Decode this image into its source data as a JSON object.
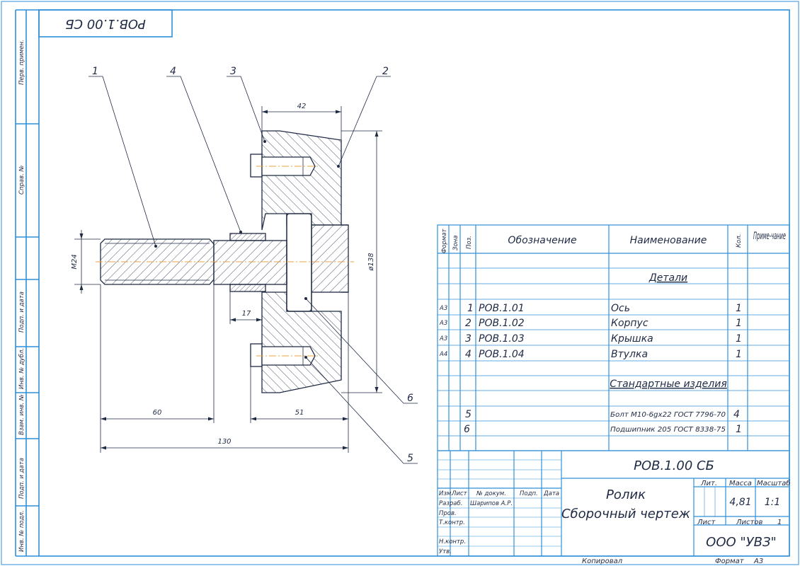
{
  "colors": {
    "frame": "#2f8fd8",
    "ink": "#1f2a44",
    "axis": "#e8a33c",
    "paper": "#ffffff"
  },
  "stamp_top": "РОВ.1.00 СБ",
  "margin_labels": [
    "Перв. примен.",
    "Справ. №",
    "Подп. и дата",
    "Инв. № дубл.",
    "Взам. инв. №",
    "Подп. и дата",
    "Инв. № подл."
  ],
  "drawing": {
    "callouts": [
      "1",
      "2",
      "3",
      "4",
      "5",
      "6"
    ],
    "dimensions": {
      "d42": "42",
      "d138": "ø138",
      "m24": "M24",
      "d17": "17",
      "d60": "60",
      "d51": "51",
      "d130": "130"
    }
  },
  "spec": {
    "headers": {
      "format": "Формат",
      "zone": "Зона",
      "pos": "Поз.",
      "designation": "Обозначение",
      "name": "Наименование",
      "qty": "Кол.",
      "note": "Приме-чание"
    },
    "section_parts": "Детали",
    "section_standard": "Стандартные изделия",
    "rows": [
      {
        "format": "А3",
        "pos": "1",
        "designation": "РОВ.1.01",
        "name": "Ось",
        "qty": "1"
      },
      {
        "format": "А3",
        "pos": "2",
        "designation": "РОВ.1.02",
        "name": "Корпус",
        "qty": "1"
      },
      {
        "format": "А3",
        "pos": "3",
        "designation": "РОВ.1.03",
        "name": "Крышка",
        "qty": "1"
      },
      {
        "format": "А4",
        "pos": "4",
        "designation": "РОВ.1.04",
        "name": "Втулка",
        "qty": "1"
      }
    ],
    "std_rows": [
      {
        "pos": "5",
        "name": "Болт М10-6gх22 ГОСТ 7796-70",
        "qty": "4"
      },
      {
        "pos": "6",
        "name": "Подшипник 205 ГОСТ 8338-75",
        "qty": "1"
      }
    ]
  },
  "title_block": {
    "designation": "РОВ.1.00 СБ",
    "title_line1": "Ролик",
    "title_line2": "Сборочный чертеж",
    "labels": {
      "izm": "Изм.",
      "list": "Лист",
      "ndoc": "№ докум.",
      "podp": "Подп.",
      "data": "Дата",
      "razrab": "Разраб.",
      "prov": "Пров.",
      "tkontr": "Т.контр.",
      "nkontr": "Н.контр.",
      "utv": "Утв.",
      "lit": "Лит.",
      "massa": "Масса",
      "masshtab": "Масштаб",
      "sheet": "Лист",
      "sheets": "Листов"
    },
    "developer": "Шарипов А.Р.",
    "mass": "4,81",
    "scale": "1:1",
    "sheets_count": "1",
    "organization": "ООО \"УВЗ\"",
    "copied": "Копировал",
    "format_label": "Формат",
    "format_value": "А3"
  }
}
